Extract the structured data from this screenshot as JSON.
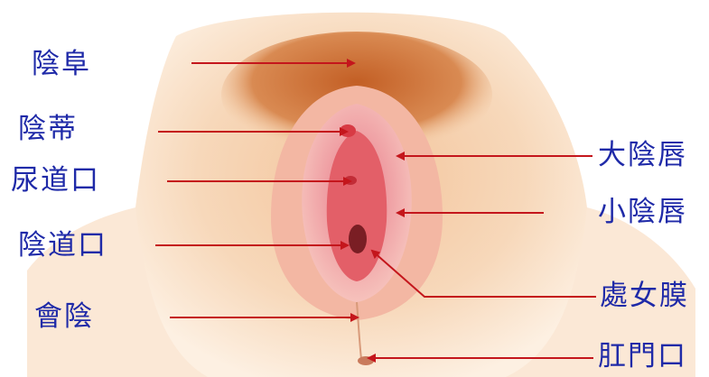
{
  "colors": {
    "label_text": "#1f2aa8",
    "arrow": "#c4161c",
    "skin_light": "#f9e3c9",
    "skin_mid": "#f0b98a",
    "hair_brown": "#b0551f",
    "mucosa_pink": "#e9939a",
    "mucosa_red": "#d8404a"
  },
  "labels": {
    "mons_pubis": "陰阜",
    "clitoris": "陰蒂",
    "urethral_opening": "尿道口",
    "vaginal_opening": "陰道口",
    "perineum": "會陰",
    "labia_majora": "大陰唇",
    "labia_minora": "小陰唇",
    "hymen": "處女膜",
    "anus": "肛門口"
  }
}
